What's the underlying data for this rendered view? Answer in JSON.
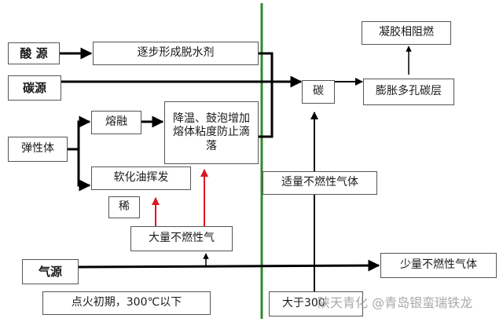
{
  "sources": {
    "acid": "酸 源",
    "carbon": "碳源",
    "elastomer": "弹性体",
    "gas": "气源"
  },
  "processes": {
    "dehydrating_agent": "逐步形成脱水剂",
    "melting": "熔融",
    "softening_oil": "软化油挥发",
    "dilute": "稀",
    "large_nonflammable": "大量不燃性气",
    "cooling_foaming": "降温、鼓泡增加熔体粘度防止滴落",
    "carbon": "碳",
    "expanded_char": "膨胀多孔碳层",
    "gel_flame_retardant": "凝胶相阻燃",
    "moderate_nonflammable": "适量不燃性气体",
    "small_nonflammable": "少量不燃性气体"
  },
  "conditions": {
    "ignition_stage": "点火初期，300℃以下",
    "above_300": "大于300"
  },
  "watermark": "陕天青化 @青岛银蛮瑞铁龙",
  "colors": {
    "divider": "#2e8b2e",
    "arrow": "#000000",
    "red_arrow": "#e0141e"
  }
}
